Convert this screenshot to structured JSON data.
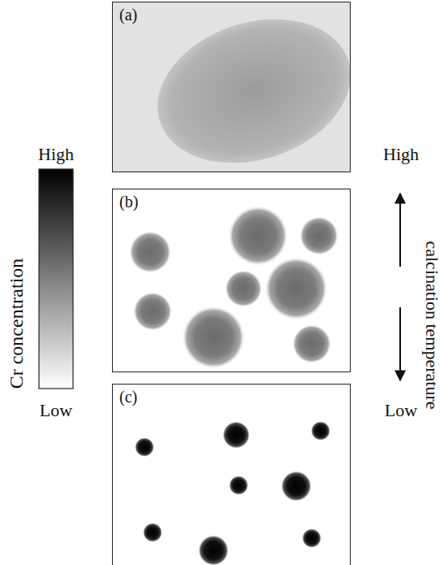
{
  "diagram": {
    "nodes": [
      {
        "text": [
          "(a)"
        ]
      },
      {
        "text": [
          "(b)"
        ]
      },
      {
        "text": [
          "(c)"
        ]
      }
    ],
    "labels": [
      "High",
      "Low",
      "Cr concentration",
      "High",
      "calcination temperature",
      "Low"
    ]
  }
}
